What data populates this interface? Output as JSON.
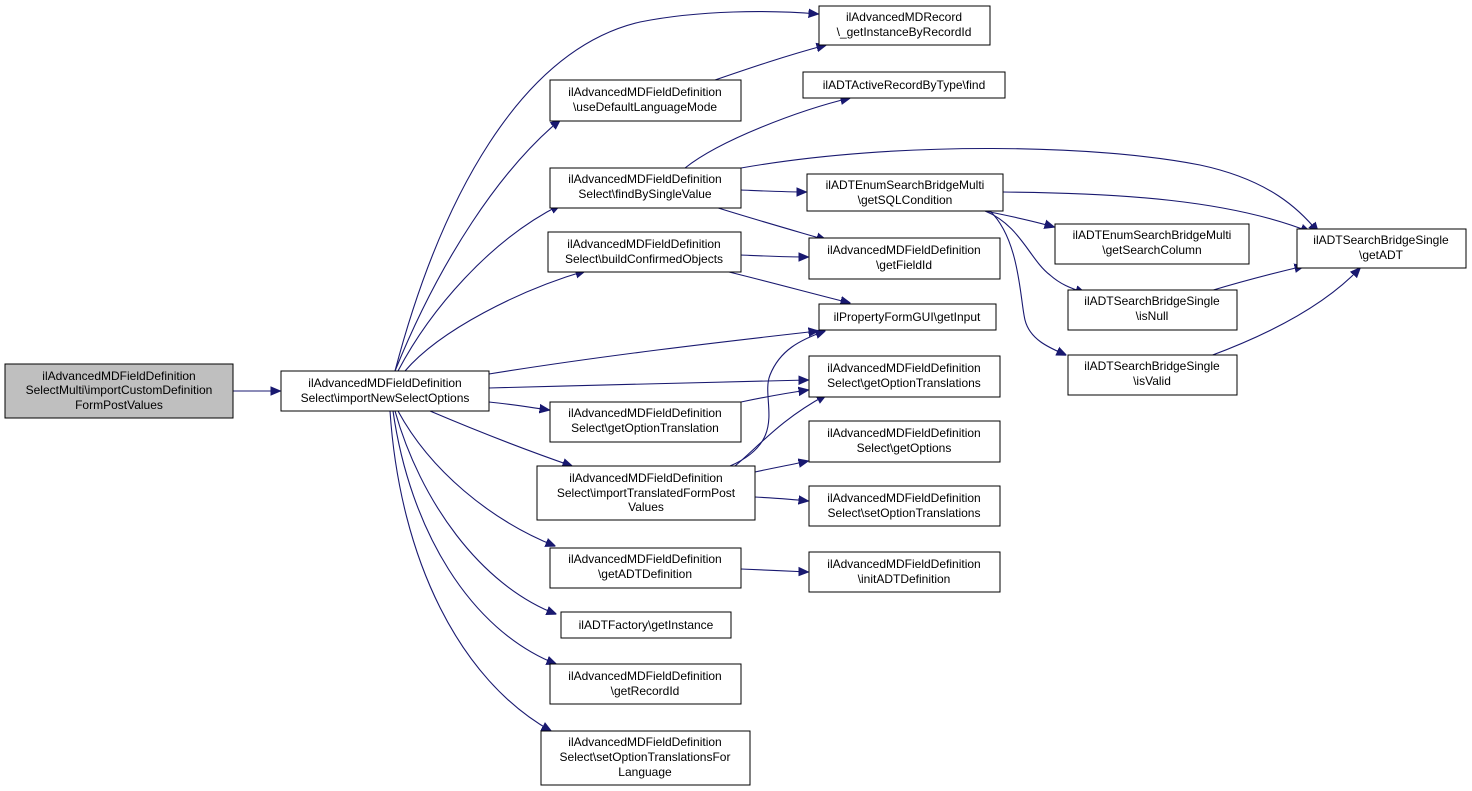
{
  "diagram": {
    "colors": {
      "edge": "#191970",
      "root_fill": "#bfbfbf",
      "node_fill": "#ffffff",
      "border": "#000000"
    },
    "nodes": {
      "root": [
        "ilAdvancedMDFieldDefinition",
        "SelectMulti\\importCustomDefinition",
        "FormPostValues"
      ],
      "importNewSelectOptions": [
        "ilAdvancedMDFieldDefinition",
        "Select\\importNewSelectOptions"
      ],
      "useDefaultLanguageMode": [
        "ilAdvancedMDFieldDefinition",
        "\\useDefaultLanguageMode"
      ],
      "findBySingleValue": [
        "ilAdvancedMDFieldDefinition",
        "Select\\findBySingleValue"
      ],
      "buildConfirmedObjects": [
        "ilAdvancedMDFieldDefinition",
        "Select\\buildConfirmedObjects"
      ],
      "getOptionTranslation": [
        "ilAdvancedMDFieldDefinition",
        "Select\\getOptionTranslation"
      ],
      "importTranslatedFormPostValues": [
        "ilAdvancedMDFieldDefinition",
        "Select\\importTranslatedFormPost",
        "Values"
      ],
      "getADTDefinition": [
        "ilAdvancedMDFieldDefinition",
        "\\getADTDefinition"
      ],
      "factoryGetInstance": [
        "ilADTFactory\\getInstance"
      ],
      "getRecordId": [
        "ilAdvancedMDFieldDefinition",
        "\\getRecordId"
      ],
      "setOptionTranslationsForLanguage": [
        "ilAdvancedMDFieldDefinition",
        "Select\\setOptionTranslationsFor",
        "Language"
      ],
      "getInstanceByRecordId": [
        "ilAdvancedMDRecord",
        "\\_getInstanceByRecordId"
      ],
      "activeRecordFind": [
        "ilADTActiveRecordByType\\find"
      ],
      "getSQLCondition": [
        "ilADTEnumSearchBridgeMulti",
        "\\getSQLCondition"
      ],
      "getFieldId": [
        "ilAdvancedMDFieldDefinition",
        "\\getFieldId"
      ],
      "getInput": [
        "ilPropertyFormGUI\\getInput"
      ],
      "getOptionTranslations": [
        "ilAdvancedMDFieldDefinition",
        "Select\\getOptionTranslations"
      ],
      "getOptions": [
        "ilAdvancedMDFieldDefinition",
        "Select\\getOptions"
      ],
      "setOptionTranslations": [
        "ilAdvancedMDFieldDefinition",
        "Select\\setOptionTranslations"
      ],
      "initADTDefinition": [
        "ilAdvancedMDFieldDefinition",
        "\\initADTDefinition"
      ],
      "getSearchColumn": [
        "ilADTEnumSearchBridgeMulti",
        "\\getSearchColumn"
      ],
      "isNull": [
        "ilADTSearchBridgeSingle",
        "\\isNull"
      ],
      "isValid": [
        "ilADTSearchBridgeSingle",
        "\\isValid"
      ],
      "getADT": [
        "ilADTSearchBridgeSingle",
        "\\getADT"
      ]
    }
  }
}
